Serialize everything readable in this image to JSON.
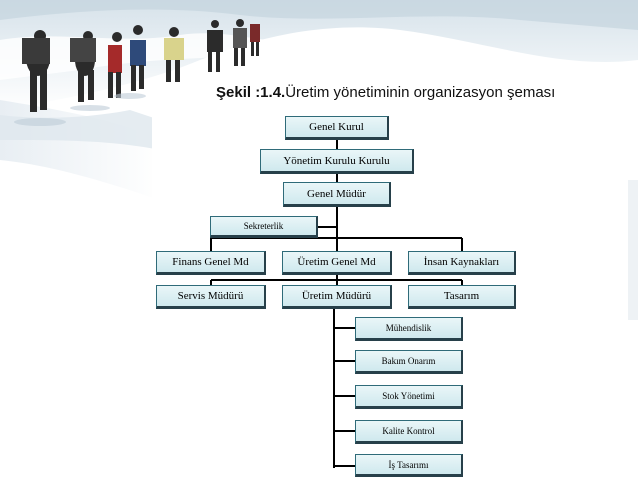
{
  "caption": {
    "prefix": "Şekil :1.4.",
    "text": "Üretim yönetiminin organizasyon şeması"
  },
  "org": {
    "genel_kurul": "Genel Kurul",
    "yonetim_kurulu": "Yönetim Kurulu Kurulu",
    "genel_mudur": "Genel  Müdür",
    "sekreterlik": "Sekreterlik",
    "finans": "Finans Genel Md",
    "uretim_genel": "Üretim Genel Md",
    "insan_kaynaklari": "İnsan Kaynakları",
    "servis": "Servis Müdürü",
    "uretim_muduru": "Üretim Müdürü",
    "tasarim": "Tasarım",
    "muhendislik": "Mühendislik",
    "bakim": "Bakım Onarım",
    "stok": "Stok Yönetimi",
    "kalite": "Kalite Kontrol",
    "is_tasarimi": "İş Tasarımı"
  },
  "colors": {
    "box_fill": "#d9eff3",
    "box_border": "#2f6b79",
    "connector": "#000000"
  }
}
